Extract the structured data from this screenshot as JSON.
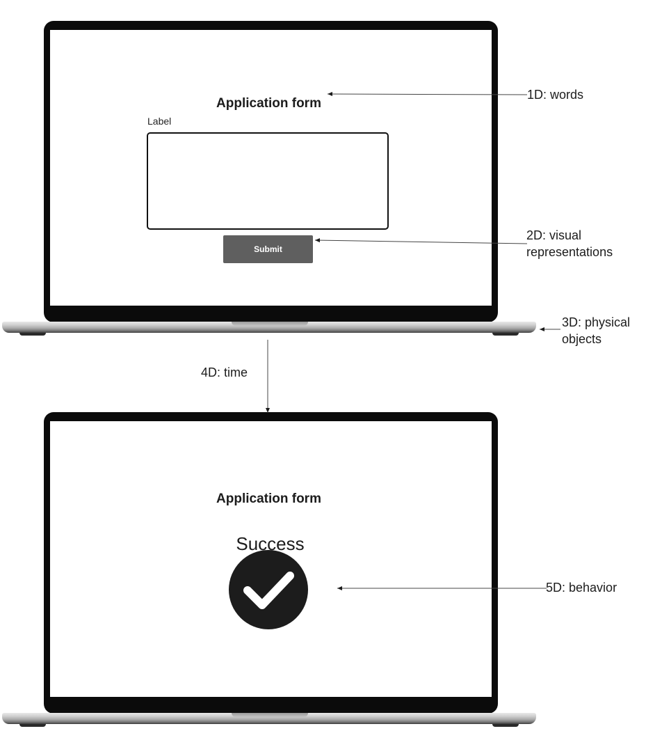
{
  "screen_before": {
    "form_title": "Application form",
    "field_label": "Label",
    "submit_label": "Submit"
  },
  "screen_after": {
    "form_title": "Application form",
    "status_text": "Success"
  },
  "annotations": {
    "words": "1D: words",
    "visual_line1": "2D: visual",
    "visual_line2": "representations",
    "physical_line1": "3D: physical",
    "physical_line2": "objects",
    "time": "4D: time",
    "behavior": "5D: behavior"
  },
  "colors": {
    "laptop_bezel": "#0b0b0b",
    "submit_button": "#5f5f5f",
    "success_circle": "#1c1c1c",
    "checkmark": "#ffffff"
  },
  "icons": {
    "success": "checkmark-circle-icon"
  }
}
